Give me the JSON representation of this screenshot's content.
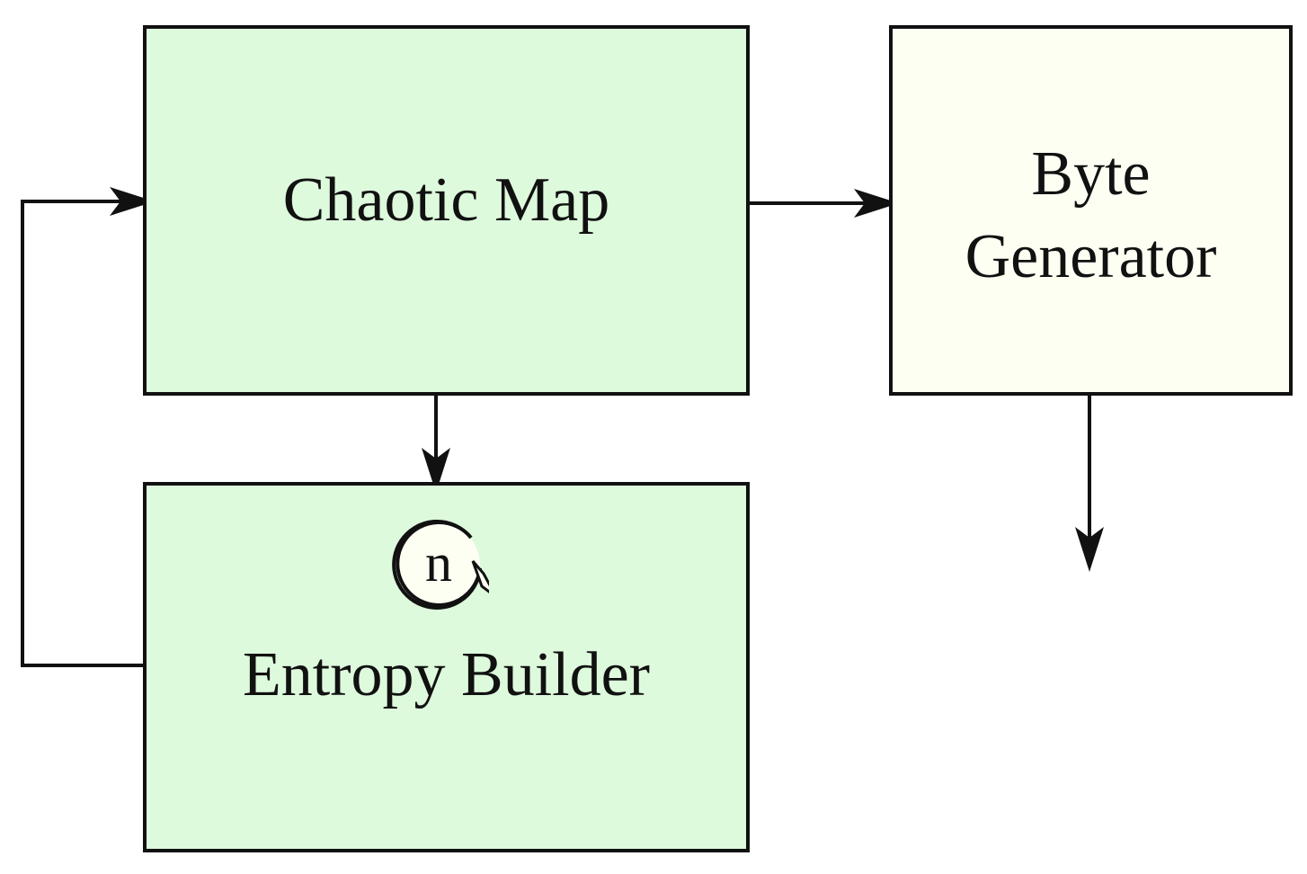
{
  "nodes": {
    "chaotic_map": {
      "label": "Chaotic Map",
      "fill": "#ddfadc"
    },
    "byte_generator": {
      "label_line1": "Byte",
      "label_line2": "Generator",
      "fill": "#fefff3"
    },
    "entropy_builder": {
      "label": "Entropy Builder",
      "fill": "#ddfadc",
      "loop_badge": "n"
    }
  },
  "edges": [
    {
      "from": "chaotic_map",
      "to": "byte_generator"
    },
    {
      "from": "chaotic_map",
      "to": "entropy_builder"
    },
    {
      "from": "entropy_builder",
      "to": "chaotic_map"
    },
    {
      "from": "byte_generator",
      "to": ""
    }
  ],
  "colors": {
    "stroke": "#111111",
    "badge_fill": "#fefff3"
  }
}
